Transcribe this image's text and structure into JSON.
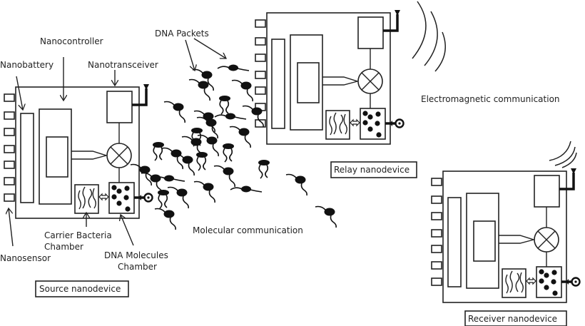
{
  "labels": {
    "nanocontroller": "Nanocontroller",
    "nanobattery": "Nanobattery",
    "nanotransceiver": "Nanotransceiver",
    "dna_packets": "DNA Packets",
    "carrier_bacteria_1": "Carrier Bacteria",
    "carrier_bacteria_2": "Chamber",
    "dna_molecules_1": "DNA Molecules",
    "dna_molecules_2": "Chamber",
    "nanosensor": "Nanosensor",
    "molecular_comm": "Molecular communication",
    "electromagnetic_comm": "Electromagnetic communication"
  },
  "devices": {
    "source": "Source nanodevice",
    "relay": "Relay nanodevice",
    "receiver": "Receiver nanodevice"
  },
  "colors": {
    "stroke": "#222222",
    "fill": "#111111",
    "background": "#ffffff"
  }
}
